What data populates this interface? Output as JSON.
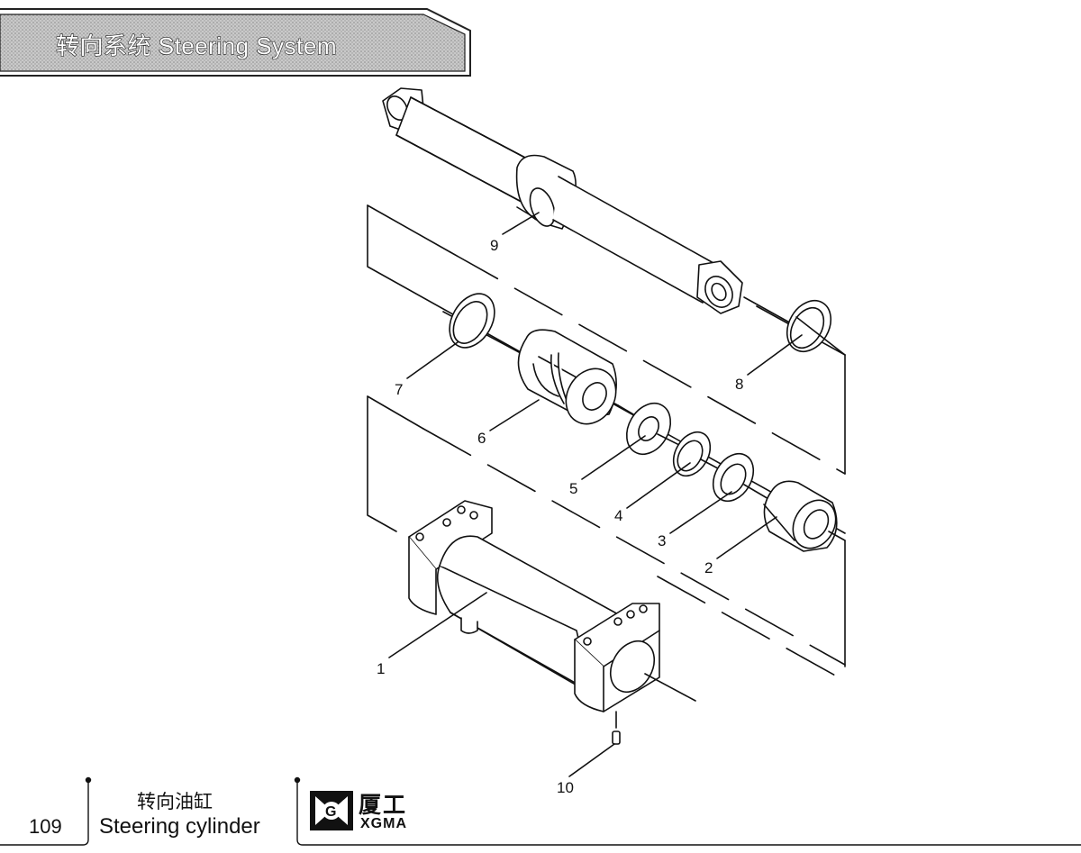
{
  "header": {
    "title": "转向系统   Steering System"
  },
  "diagram": {
    "callouts": [
      "1",
      "2",
      "3",
      "4",
      "5",
      "6",
      "7",
      "8",
      "9",
      "10"
    ]
  },
  "footer": {
    "page_number": "109",
    "caption_cn": "转向油缸",
    "caption_en": "Steering cylinder",
    "brand_cn": "厦工",
    "brand_en": "XGMA"
  },
  "colors": {
    "line": "#111111",
    "banner_fill": "#b9b9b9",
    "background": "#ffffff"
  },
  "icons": {
    "logo": "xgma-logo-icon"
  }
}
